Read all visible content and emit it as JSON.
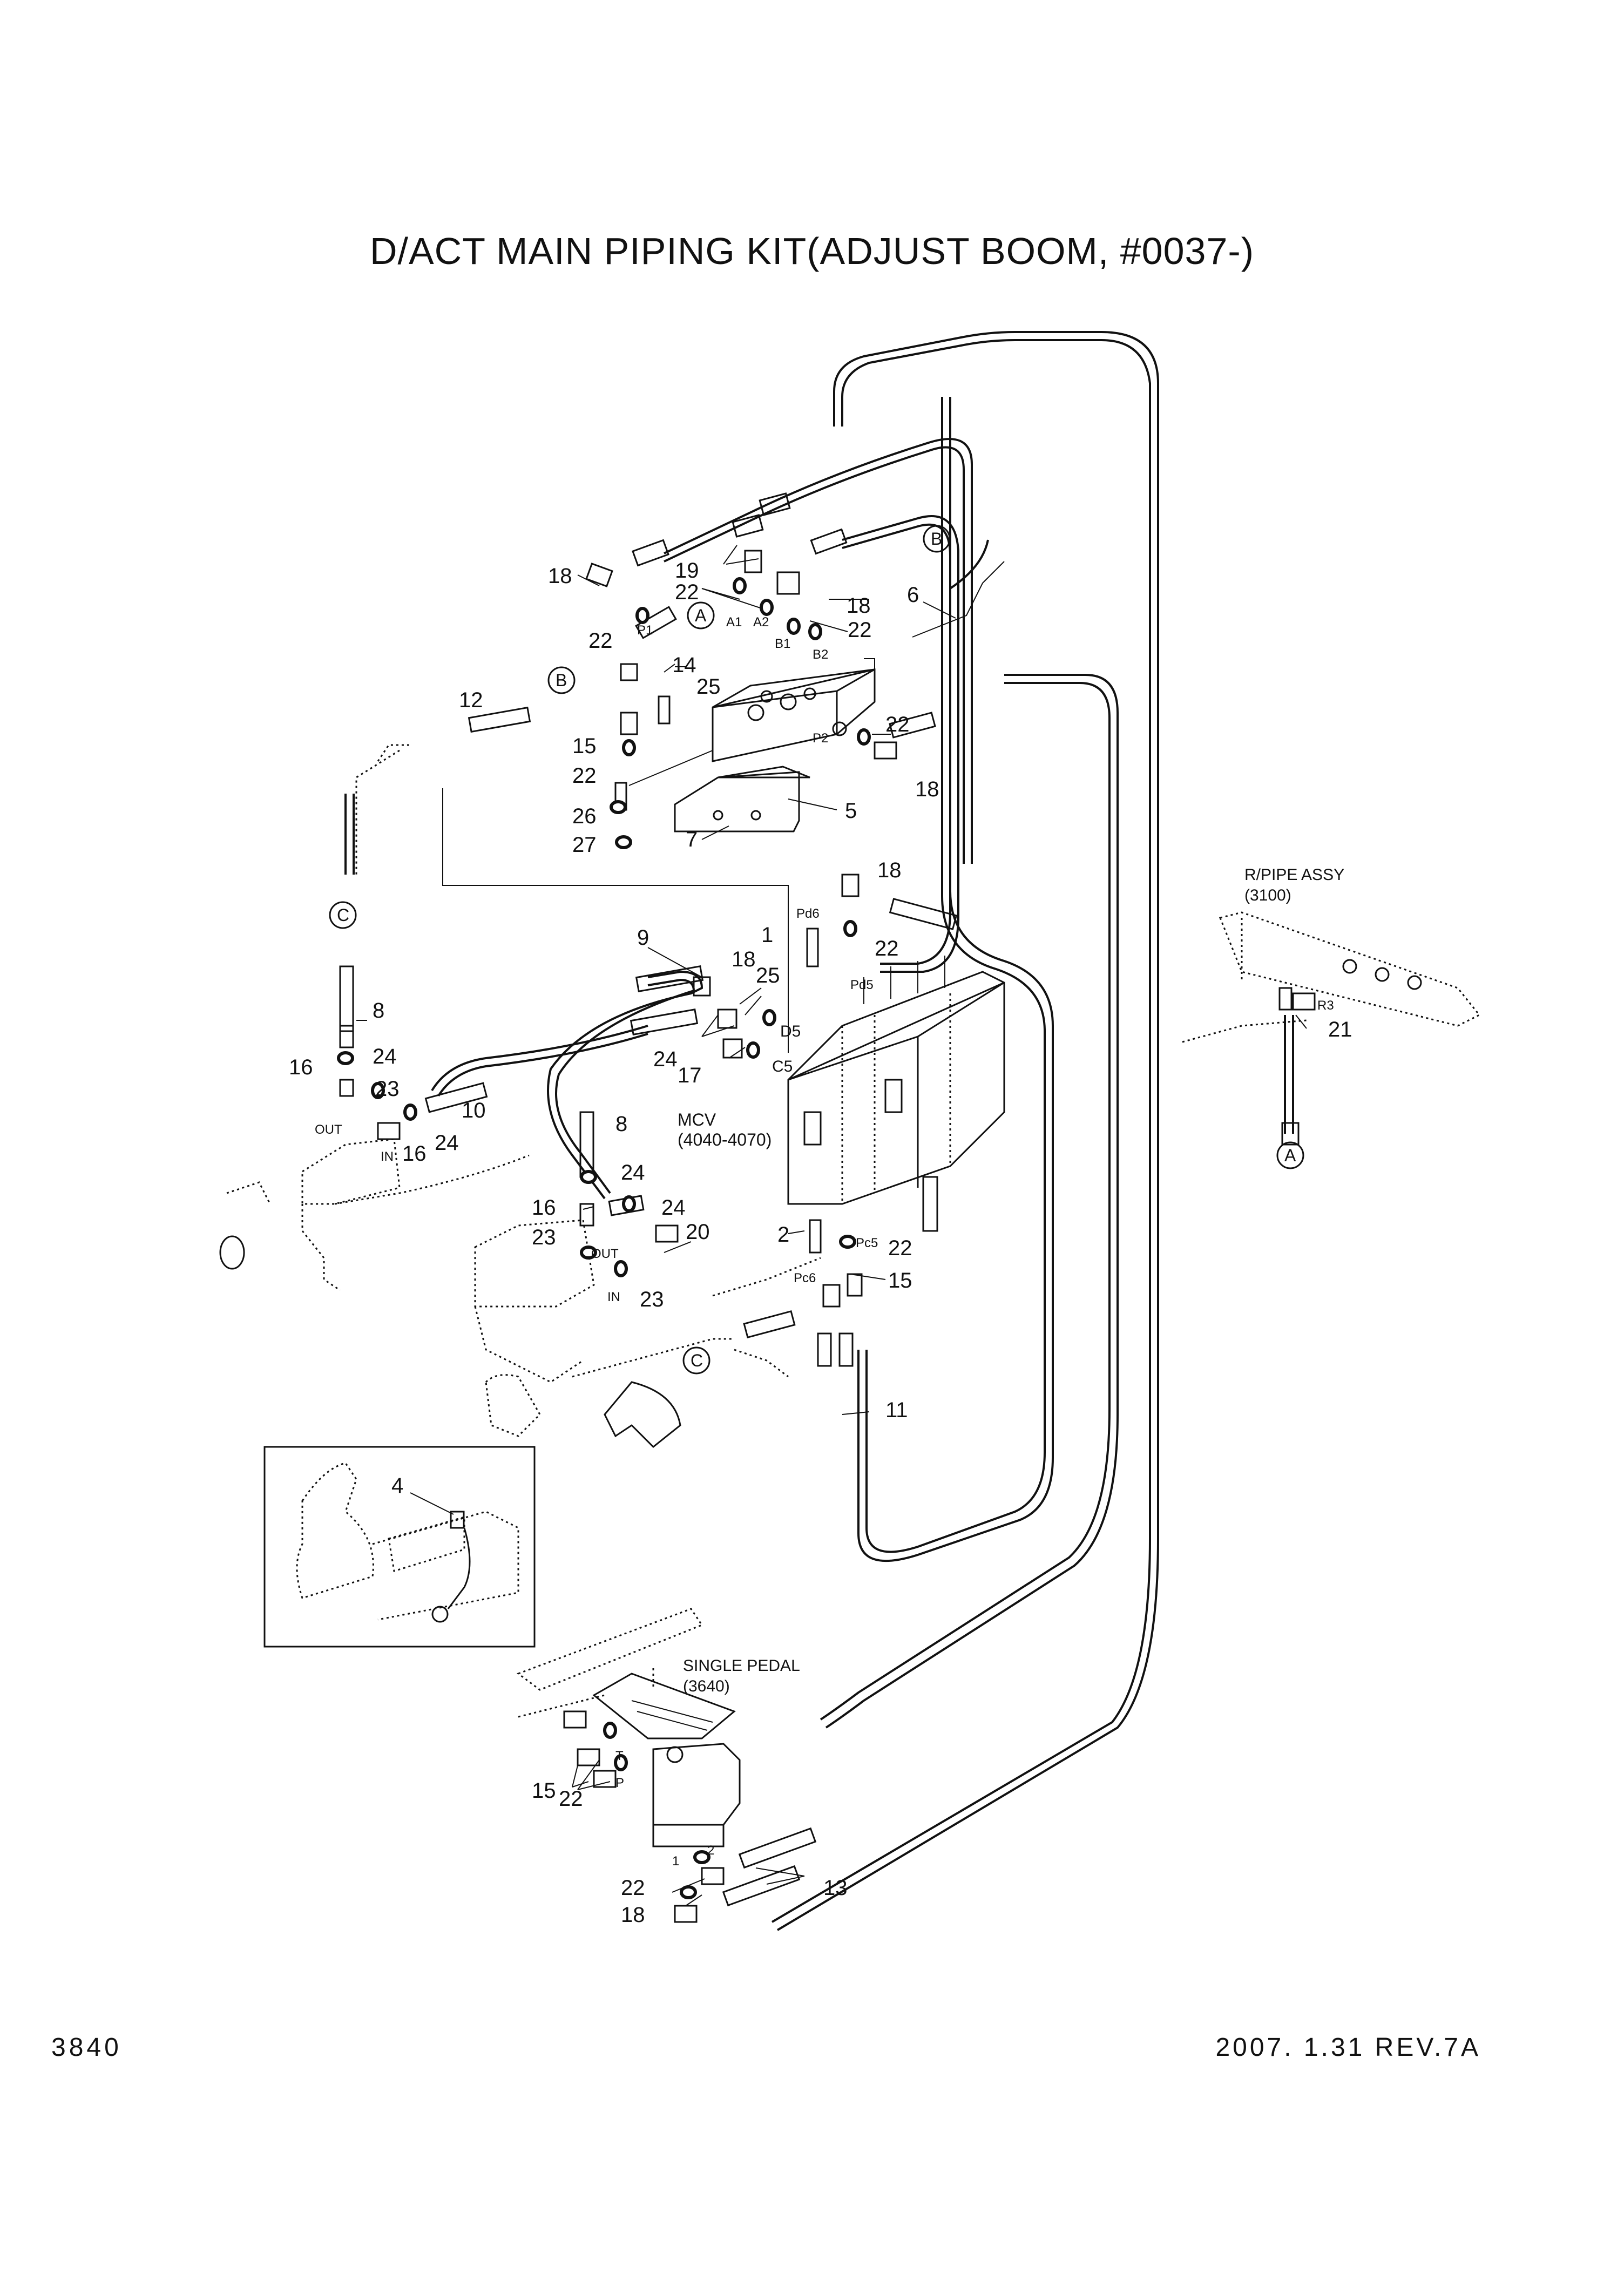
{
  "title": "D/ACT MAIN PIPING KIT(ADJUST BOOM, #0037-)",
  "footer": {
    "page_number": "3840",
    "revision": "2007. 1.31  REV.7A"
  },
  "part_numbers": {
    "p1": "1",
    "p2": "2",
    "p4": "4",
    "p5": "5",
    "p6": "6",
    "p7": "7",
    "p8a": "8",
    "p8b": "8",
    "p9": "9",
    "p10": "10",
    "p11": "11",
    "p12": "12",
    "p13": "13",
    "p14": "14",
    "p15a": "15",
    "p15b": "15",
    "p15c": "15",
    "p16a": "16",
    "p16b": "16",
    "p16c": "16",
    "p17": "17",
    "p18a": "18",
    "p18b": "18",
    "p18c": "18",
    "p18d": "18",
    "p18e": "18",
    "p18f": "18",
    "p19": "19",
    "p20": "20",
    "p21": "21",
    "p22a": "22",
    "p22b": "22",
    "p22c": "22",
    "p22d": "22",
    "p22e": "22",
    "p22f": "22",
    "p22g": "22",
    "p22h": "22",
    "p22i": "22",
    "p23a": "23",
    "p23b": "23",
    "p23c": "23",
    "p24a": "24",
    "p24b": "24",
    "p24c": "24",
    "p24d": "24",
    "p24e": "24",
    "p25a": "25",
    "p25b": "25",
    "p26": "26",
    "p27": "27"
  },
  "port_labels": {
    "p1": "P1",
    "a1": "A1",
    "a2": "A2",
    "b1": "B1",
    "b2": "B2",
    "p2": "P2",
    "pd6": "Pd6",
    "pd5": "Pd5",
    "d5": "D5",
    "c5": "C5",
    "pc5": "Pc5",
    "pc6": "Pc6",
    "r3": "R3",
    "out1": "OUT",
    "in1": "IN",
    "out2": "OUT",
    "in2": "IN",
    "t": "T",
    "p": "P",
    "n1": "1",
    "n2": "2"
  },
  "callouts": {
    "a_top": "A",
    "a_right": "A",
    "b_top": "B",
    "b_mid": "B",
    "c_left": "C",
    "c_mid": "C"
  },
  "notes": {
    "mcv": "MCV",
    "mcv_ref": "(4040-4070)",
    "rpipe": "R/PIPE ASSY",
    "rpipe_ref": "(3100)",
    "pedal": "SINGLE PEDAL",
    "pedal_ref": "(3640)"
  }
}
